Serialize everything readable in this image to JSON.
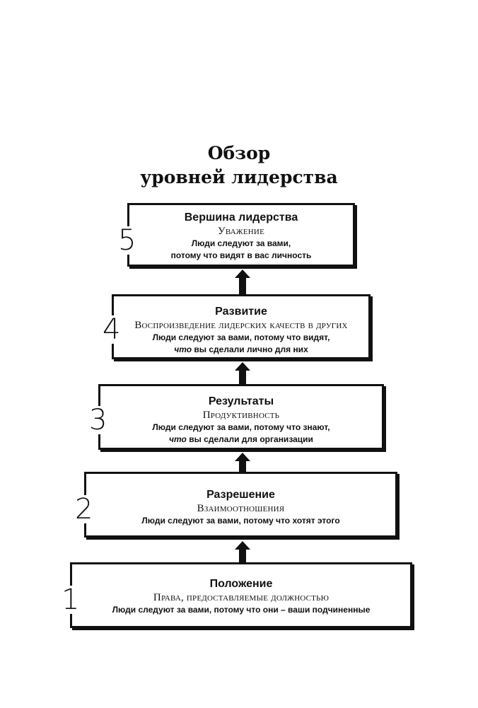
{
  "title": {
    "line1": "Обзор",
    "line2": "уровней лидерства"
  },
  "levels": [
    {
      "number": "5",
      "name": "Вершина лидерства",
      "subtitle": "Уважение",
      "line1": "Люди следуют за вами,",
      "line2": "потому что видят в вас личность"
    },
    {
      "number": "4",
      "name": "Развитие",
      "subtitle": "Воспроизведение лидерских качеств в других",
      "line1": "Люди следуют за вами, потому что видят,",
      "line2_em": "что",
      "line2_rest": " вы сделали лично для них"
    },
    {
      "number": "3",
      "name": "Результаты",
      "subtitle": "Продуктивность",
      "line1": "Люди следуют за вами, потому что знают,",
      "line2_em": "что",
      "line2_rest": " вы сделали для организации"
    },
    {
      "number": "2",
      "name": "Разрешение",
      "subtitle": "Взаимоотношения",
      "line1": "Люди следуют за вами, потому что хотят этого"
    },
    {
      "number": "1",
      "name": "Положение",
      "subtitle": "Права, предоставляемые должностью",
      "line1": "Люди следуют за вами, потому что они – ваши подчиненные"
    }
  ]
}
